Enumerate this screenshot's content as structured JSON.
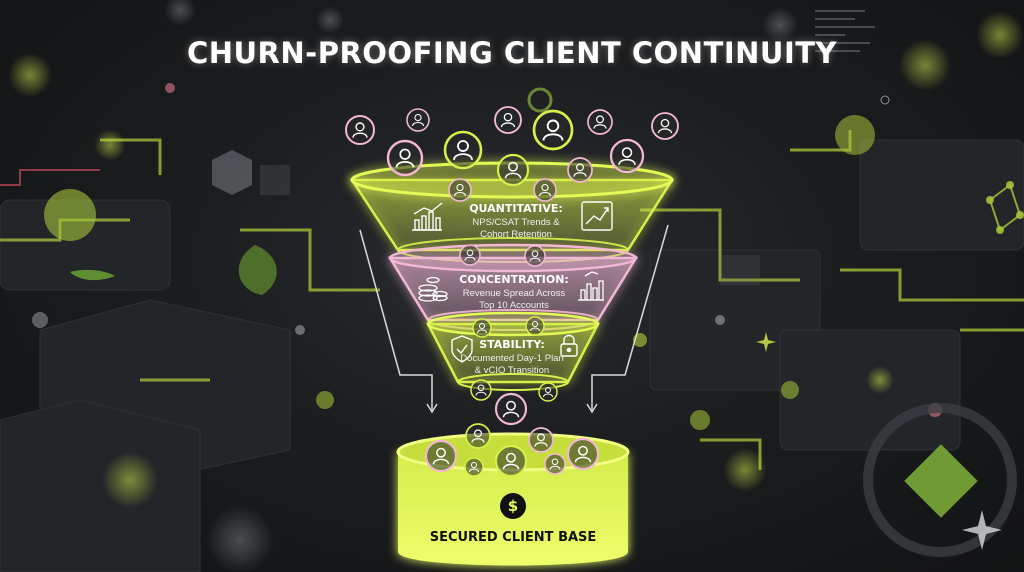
{
  "title": "CHURN-PROOFING CLIENT CONTINUITY",
  "stages": [
    {
      "heading": "QUANTITATIVE:",
      "lines": [
        "NPS/CSAT Trends &",
        "Cohort Retention"
      ],
      "color": "#d9f04a",
      "icons": [
        "bar-chart-icon",
        "trend-line-icon"
      ]
    },
    {
      "heading": "CONCENTRATION:",
      "lines": [
        "Revenue Spread Across",
        "Top 10 Accounts"
      ],
      "color": "#f3b8d4",
      "icons": [
        "coin-stack-icon",
        "column-chart-icon"
      ]
    },
    {
      "heading": "STABILITY:",
      "lines": [
        "Documented Day-1 Plan",
        "& vCIO Transition"
      ],
      "color": "#d9f04a",
      "icons": [
        "shield-check-icon",
        "lock-icon"
      ]
    }
  ],
  "base": {
    "label": "SECURED CLIENT BASE",
    "icon": "dollar-coin-icon",
    "color": "#e4fb55"
  },
  "colors": {
    "accent": "#d9f04a",
    "pink": "#f3b8d4",
    "background": "#1b1d1f"
  }
}
